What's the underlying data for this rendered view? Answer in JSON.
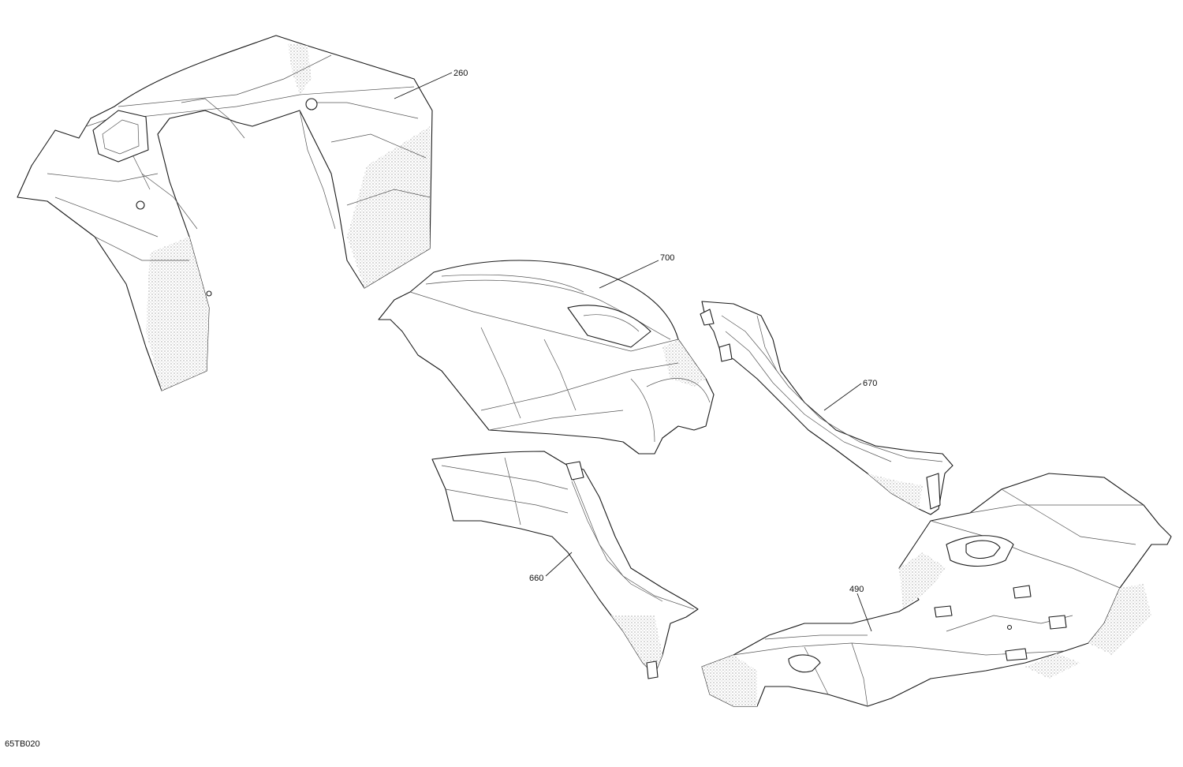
{
  "parts": [
    {
      "id": "260",
      "label": "260"
    },
    {
      "id": "700",
      "label": "700"
    },
    {
      "id": "670",
      "label": "670"
    },
    {
      "id": "660",
      "label": "660"
    },
    {
      "id": "490",
      "label": "490"
    }
  ],
  "reference_code": "65TB020"
}
